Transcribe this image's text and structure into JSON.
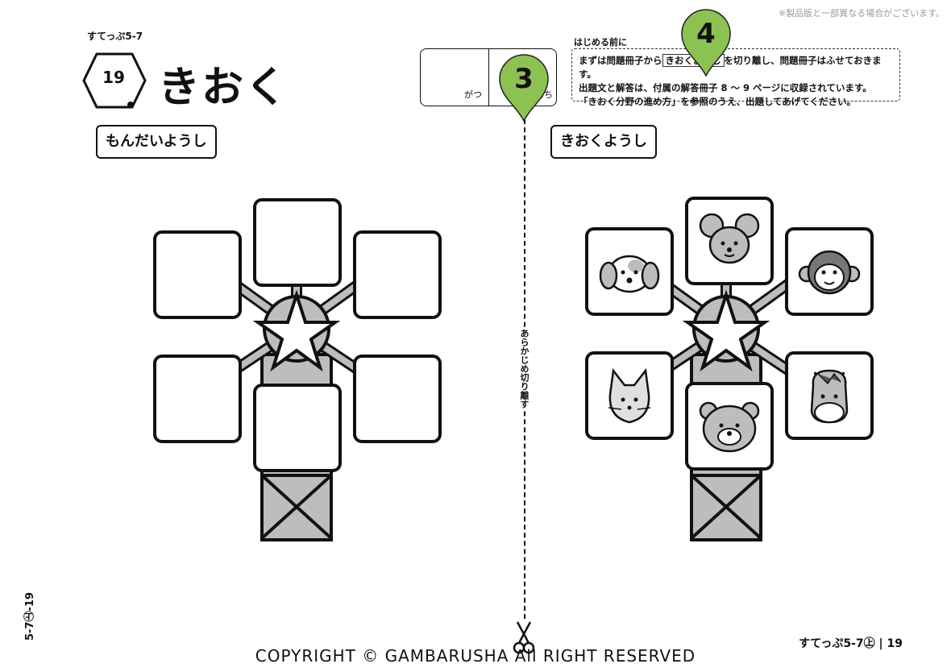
{
  "header": {
    "notice": "※製品版と一部異なる場合がございます。",
    "series": "すてっぷ5-7",
    "number": "19",
    "title": "きおく"
  },
  "date_box": {
    "month_label": "がつ",
    "day_label": "にち"
  },
  "instructions": {
    "heading": "はじめる前に",
    "line1_pre": "まずは問題冊子から",
    "line1_box": "きおくようし",
    "line1_post": "を切り離し、問題冊子はふせておきます。",
    "line2": "出題文と解答は、付属の解答冊子 8 〜 9 ページに収録されています。",
    "line3": "「きおく分野の進め方」を参照のうえ、出題してあげてください。"
  },
  "panels": {
    "left_label": "もんだいようし",
    "right_label": "きおくようし",
    "right_animals": [
      "mouse",
      "dog",
      "monkey",
      "cat",
      "horse",
      "bear"
    ]
  },
  "cut_line": {
    "text": "あらかじめ切り離す"
  },
  "markers": {
    "marker3": "3",
    "marker4": "4"
  },
  "footer": {
    "copyright": "COPYRIGHT © GAMBARUSHA All RIGHT RESERVED",
    "left_code": "5-7㊤-19",
    "right_text": "すてっぷ5-7㊤ | 19"
  },
  "colors": {
    "marker_green": "#8dc151",
    "gray": "#bdbdbd"
  }
}
